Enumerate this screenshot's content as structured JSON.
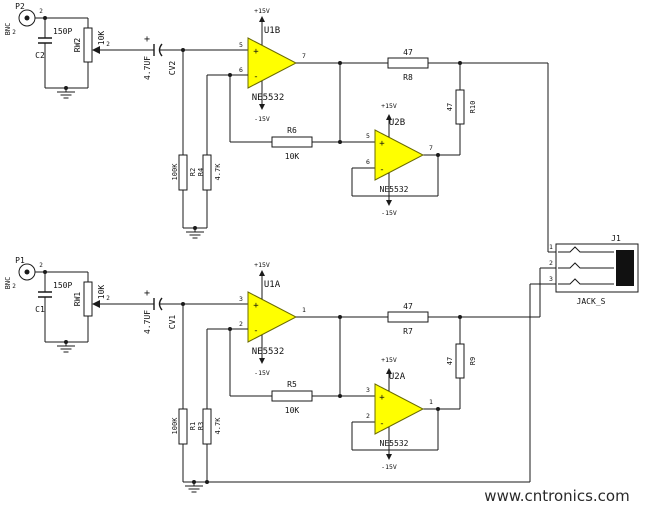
{
  "watermark": "www.cntronics.com",
  "colors": {
    "opamp_fill": "#ffff00",
    "wire": "#1a1a1a",
    "watermark_green": "#8dc63f"
  },
  "jack": {
    "ref": "J1",
    "type": "JACK_S",
    "pin1": "1",
    "pin2": "2",
    "pin3": "3"
  },
  "chB": {
    "conn": {
      "ref": "P2",
      "type": "BNC",
      "pin_a": "2",
      "pin_b": "2"
    },
    "cin": {
      "ref": "C2",
      "val": "150P"
    },
    "pot": {
      "ref": "RW2",
      "val": "10K",
      "pin": "2"
    },
    "ccv": {
      "ref": "CV2",
      "val": "4.7UF",
      "pol": "+"
    },
    "u1": {
      "ref": "U1B",
      "part": "NE5532",
      "pin_p": "5",
      "pin_m": "6",
      "pin_o": "7",
      "sp": "+",
      "sm": "-",
      "vp": "+15V",
      "vn": "-15V"
    },
    "rbias": {
      "ref": "R2",
      "val": "100K"
    },
    "rgain": {
      "ref": "R4",
      "val": "4.7K"
    },
    "rfb": {
      "ref": "R6",
      "val": "10K"
    },
    "u2": {
      "ref": "U2B",
      "part": "NE5532",
      "pin_p": "5",
      "pin_m": "6",
      "pin_o": "7",
      "sp": "+",
      "sm": "-",
      "vp": "+15V",
      "vn": "-15V"
    },
    "ro1": {
      "ref": "R8",
      "val": "47"
    },
    "ro2": {
      "ref": "R10",
      "val": "47"
    }
  },
  "chA": {
    "conn": {
      "ref": "P1",
      "type": "BNC",
      "pin_a": "2",
      "pin_b": "2"
    },
    "cin": {
      "ref": "C1",
      "val": "150P"
    },
    "pot": {
      "ref": "RW1",
      "val": "10K",
      "pin": "2"
    },
    "ccv": {
      "ref": "CV1",
      "val": "4.7UF",
      "pol": "+"
    },
    "u1": {
      "ref": "U1A",
      "part": "NE5532",
      "pin_p": "3",
      "pin_m": "2",
      "pin_o": "1",
      "sp": "+",
      "sm": "-",
      "vp": "+15V",
      "vn": "-15V"
    },
    "rbias": {
      "ref": "R1",
      "val": "100K"
    },
    "rgain": {
      "ref": "R3",
      "val": "4.7K"
    },
    "rfb": {
      "ref": "R5",
      "val": "10K"
    },
    "u2": {
      "ref": "U2A",
      "part": "NE5532",
      "pin_p": "3",
      "pin_m": "2",
      "pin_o": "1",
      "sp": "+",
      "sm": "-",
      "vp": "+15V",
      "vn": "-15V"
    },
    "ro1": {
      "ref": "R7",
      "val": "47"
    },
    "ro2": {
      "ref": "R9",
      "val": "47"
    }
  }
}
